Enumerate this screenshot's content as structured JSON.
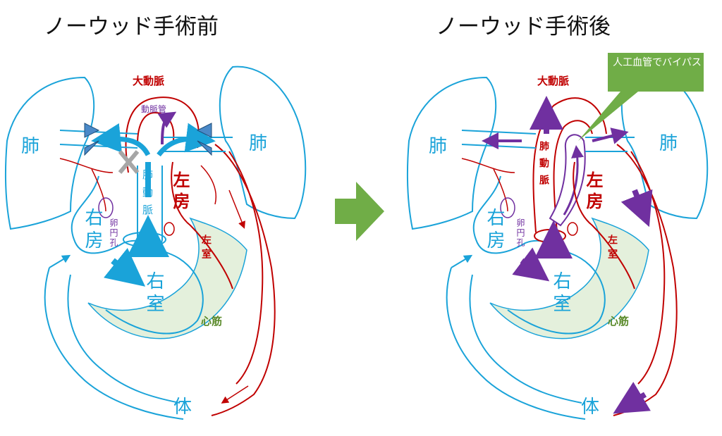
{
  "titles": {
    "before": "ノーウッド手術前",
    "after": "ノーウッド手術後"
  },
  "labels": {
    "lung": "肺",
    "aorta": "大動脈",
    "ductus": "動脈管",
    "pulmonary_artery": "肺動脈",
    "left_atrium": "左房",
    "left_ventricle": "左室",
    "right_atrium": "右房",
    "right_ventricle": "右室",
    "foramen_ovale": "卵円孔",
    "heart_muscle": "心筋",
    "body": "体"
  },
  "callout": {
    "text": "人工血管でバイパス"
  },
  "colors": {
    "blue_vessel": "#1aa3d9",
    "red_vessel": "#c00000",
    "purple_flow": "#7030a0",
    "muscle_fill": "#e4f0dc",
    "callout_fill": "#70ad47",
    "arrow_green": "#70ad47"
  }
}
